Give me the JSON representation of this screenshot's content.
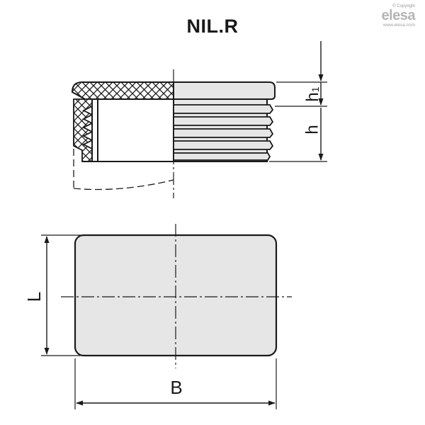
{
  "title": "NIL.R",
  "logo": {
    "copyright": "© Copyright",
    "brand": "elesa",
    "url": "www.elesa.com"
  },
  "dimensions": {
    "h1": "h",
    "h1_sub": "1",
    "h": "h",
    "L": "L",
    "B": "B"
  },
  "colors": {
    "part_fill": "#e6e6e6",
    "line": "#1a1a1a"
  }
}
